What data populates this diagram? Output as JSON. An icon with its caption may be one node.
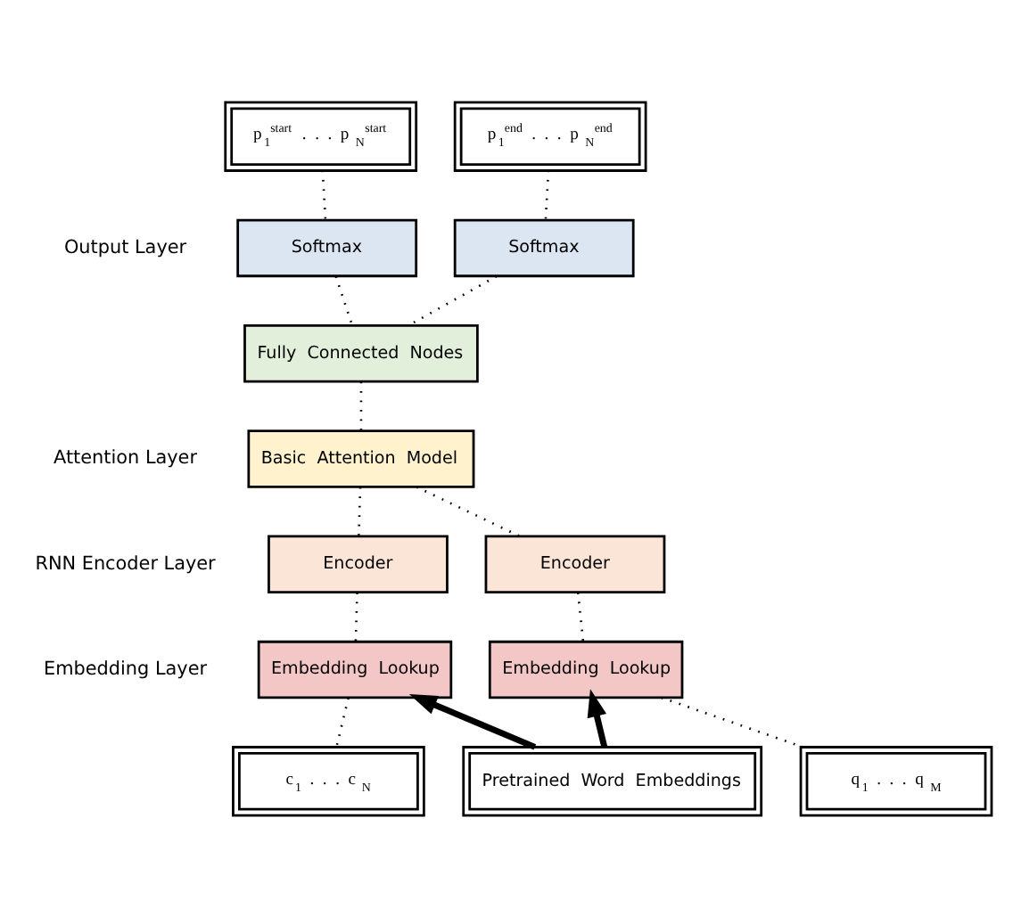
{
  "diagram": {
    "nodes": [
      {
        "text": [
          "p$_{1}$$^{start}$ . . . p$_{N}$$^{start}$"
        ]
      },
      {
        "text": [
          "p$_{1}$$^{end}$ . . . p$_{N}$$^{end}$"
        ]
      },
      {
        "text": [
          "Softmax"
        ]
      },
      {
        "text": [
          "Softmax"
        ]
      },
      {
        "text": [
          "Fully Connected Nodes"
        ]
      },
      {
        "text": [
          "Basic Attention Model"
        ]
      },
      {
        "text": [
          "Encoder"
        ]
      },
      {
        "text": [
          "Encoder"
        ]
      },
      {
        "text": [
          "Embedding Lookup"
        ]
      },
      {
        "text": [
          "Embedding Lookup"
        ]
      },
      {
        "text": [
          "c$_{1}$ . . . c$_{N}$"
        ]
      },
      {
        "text": [
          "Pretrained Word Embeddings"
        ]
      },
      {
        "text": [
          "q$_{1}$ . . . q$_{M}$"
        ]
      }
    ],
    "edges": [
      {
        "from": 0,
        "to": 2,
        "arrow": "none",
        "style": "dashed"
      },
      {
        "from": 1,
        "to": 3,
        "arrow": "none",
        "style": "dashed"
      },
      {
        "from": 2,
        "to": 4,
        "arrow": "none",
        "style": "dashed"
      },
      {
        "from": 3,
        "to": 4,
        "arrow": "none",
        "style": "dashed"
      },
      {
        "from": 4,
        "to": 5,
        "arrow": "none",
        "style": "dashed"
      },
      {
        "from": 5,
        "to": 6,
        "arrow": "none",
        "style": "dashed"
      },
      {
        "from": 5,
        "to": 7,
        "arrow": "none",
        "style": "dashed"
      },
      {
        "from": 6,
        "to": 8,
        "arrow": "none",
        "style": "dashed"
      },
      {
        "from": 7,
        "to": 9,
        "arrow": "none",
        "style": "dashed"
      },
      {
        "from": 8,
        "to": 10,
        "arrow": "none",
        "style": "dashed"
      },
      {
        "from": 9,
        "to": 12,
        "arrow": "none",
        "style": "dashed"
      },
      {
        "from": 11,
        "to": 8,
        "arrow": "to",
        "style": "thick"
      },
      {
        "from": 11,
        "to": 9,
        "arrow": "to",
        "style": "thick"
      }
    ],
    "labels": [
      "Output Layer",
      "Attention Layer",
      "RNN Encoder Layer",
      "Embedding Layer"
    ]
  }
}
